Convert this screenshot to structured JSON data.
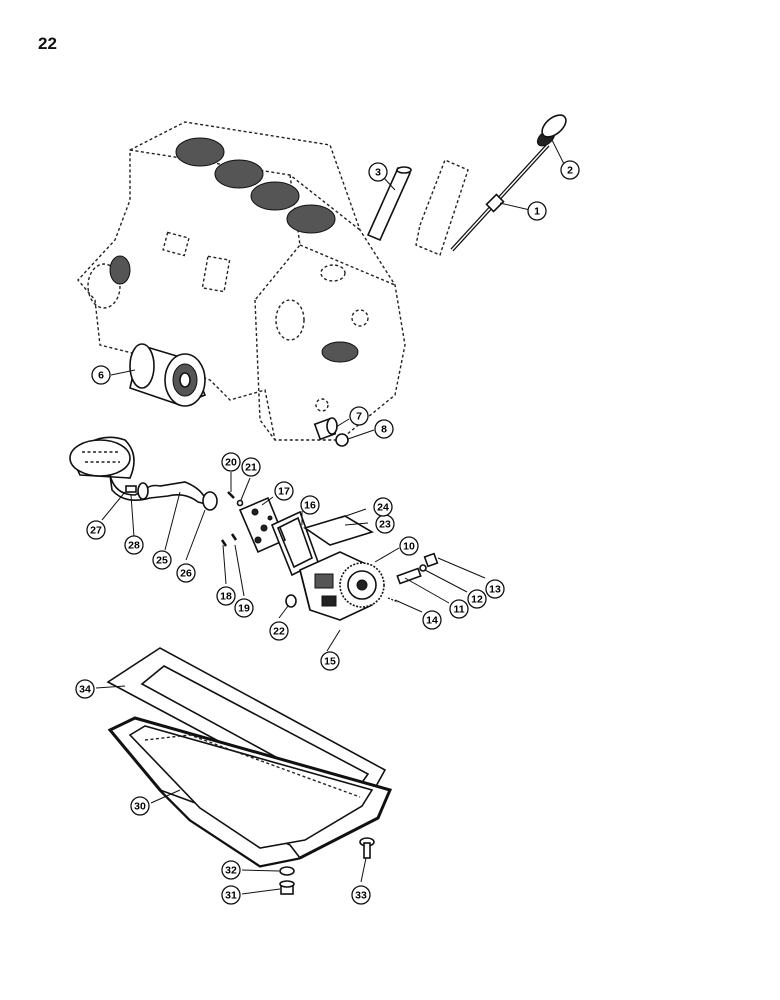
{
  "page": {
    "number": "22"
  },
  "callouts": [
    "1",
    "2",
    "3",
    "6",
    "7",
    "8",
    "10",
    "11",
    "12",
    "13",
    "14",
    "15",
    "16",
    "17",
    "18",
    "19",
    "20",
    "21",
    "22",
    "23",
    "24",
    "25",
    "26",
    "27",
    "28",
    "30",
    "31",
    "32",
    "33",
    "34"
  ]
}
